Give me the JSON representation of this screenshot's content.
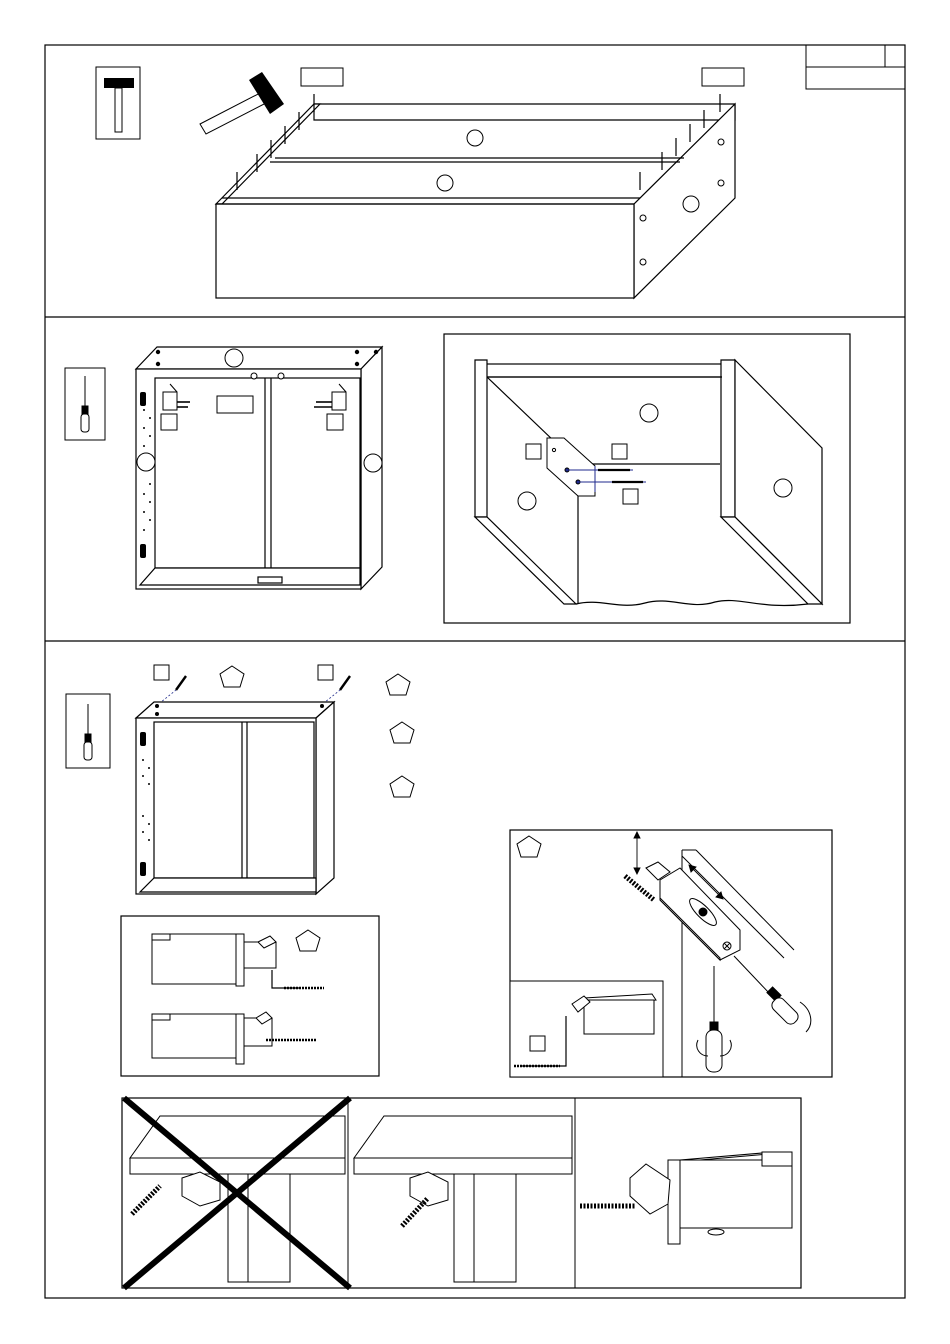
{
  "page": {
    "background": "#ffffff",
    "line_color": "#000000",
    "accent_line": "#1f2a8c"
  },
  "header_box": {
    "cells": [
      "",
      ""
    ]
  },
  "sections": [
    {
      "id": "step-1",
      "tool": "hammer-icon",
      "labels": {
        "left_box": "",
        "right_box": ""
      },
      "part_markers": [
        "",
        "",
        ""
      ]
    },
    {
      "id": "step-2",
      "tool": "screwdriver-icon",
      "labels": {
        "center_box": "",
        "left_sq": "",
        "right_sq": ""
      },
      "part_markers": [
        "",
        "",
        ""
      ],
      "detail": {
        "part_markers": [
          "",
          "",
          ""
        ],
        "squares": [
          "",
          "",
          ""
        ]
      }
    },
    {
      "id": "step-3",
      "tool": "screwdriver-icon",
      "labels": {
        "left_sq": "",
        "right_sq": ""
      },
      "pentagon_markers": [
        "",
        "",
        "",
        "",
        "",
        ""
      ],
      "hanger_detail": {
        "square": ""
      },
      "mounting_views": [
        "wrong-mounting",
        "correct-mounting",
        "bracket-detail"
      ]
    }
  ]
}
